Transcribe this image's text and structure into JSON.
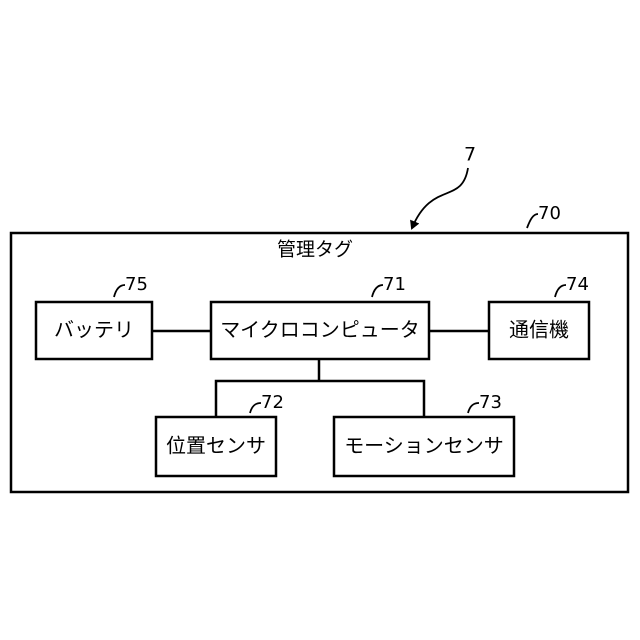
{
  "figure_ref": "7",
  "outer": {
    "ref": "70",
    "label": "管理タグ"
  },
  "blocks": {
    "battery": {
      "ref": "75",
      "label": "バッテリ"
    },
    "mcu": {
      "ref": "71",
      "label": "マイクロコンピュータ"
    },
    "comm": {
      "ref": "74",
      "label": "通信機"
    },
    "position": {
      "ref": "72",
      "label": "位置センサ"
    },
    "motion": {
      "ref": "73",
      "label": "モーションセンサ"
    }
  }
}
